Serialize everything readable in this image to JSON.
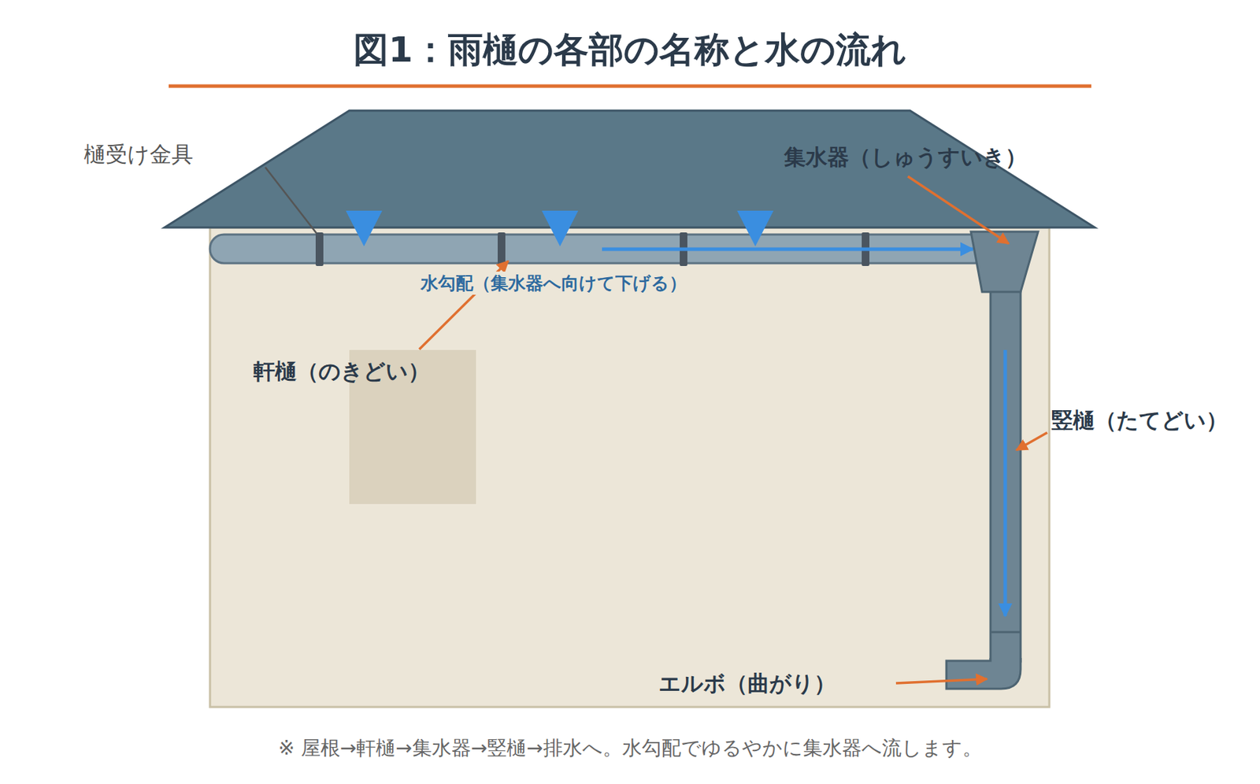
{
  "diagram": {
    "title": "図1：雨樋の各部の名称と水の流れ",
    "caption": "※ 屋根→軒樋→集水器→竪樋→排水へ。水勾配でゆるやかに集水器へ流します。",
    "labels": [
      "樋受け金具",
      "集水器（しゅうすいき）",
      "水勾配（集水器へ向けて下げる）",
      "軒樋（のきどい）",
      "竪樋（たてどい）",
      "エルボ（曲がり）"
    ]
  }
}
